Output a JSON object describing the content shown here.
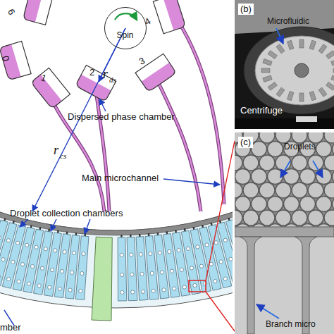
{
  "diagram": {
    "nodes": [
      {
        "text": [
          "Spin"
        ]
      },
      {
        "text": [
          "(b)",
          "Microfluidic",
          "Centrifuge"
        ]
      },
      {
        "text": [
          "(c)",
          "Droplets",
          "Branch micro"
        ]
      }
    ],
    "labels": [
      "6",
      "4",
      "0",
      "1",
      "2",
      "3",
      "r",
      "ds",
      "r",
      "cs",
      "Dispersed phase chamber",
      "Main microchannel",
      "Droplet collection chambers",
      "mber"
    ]
  }
}
